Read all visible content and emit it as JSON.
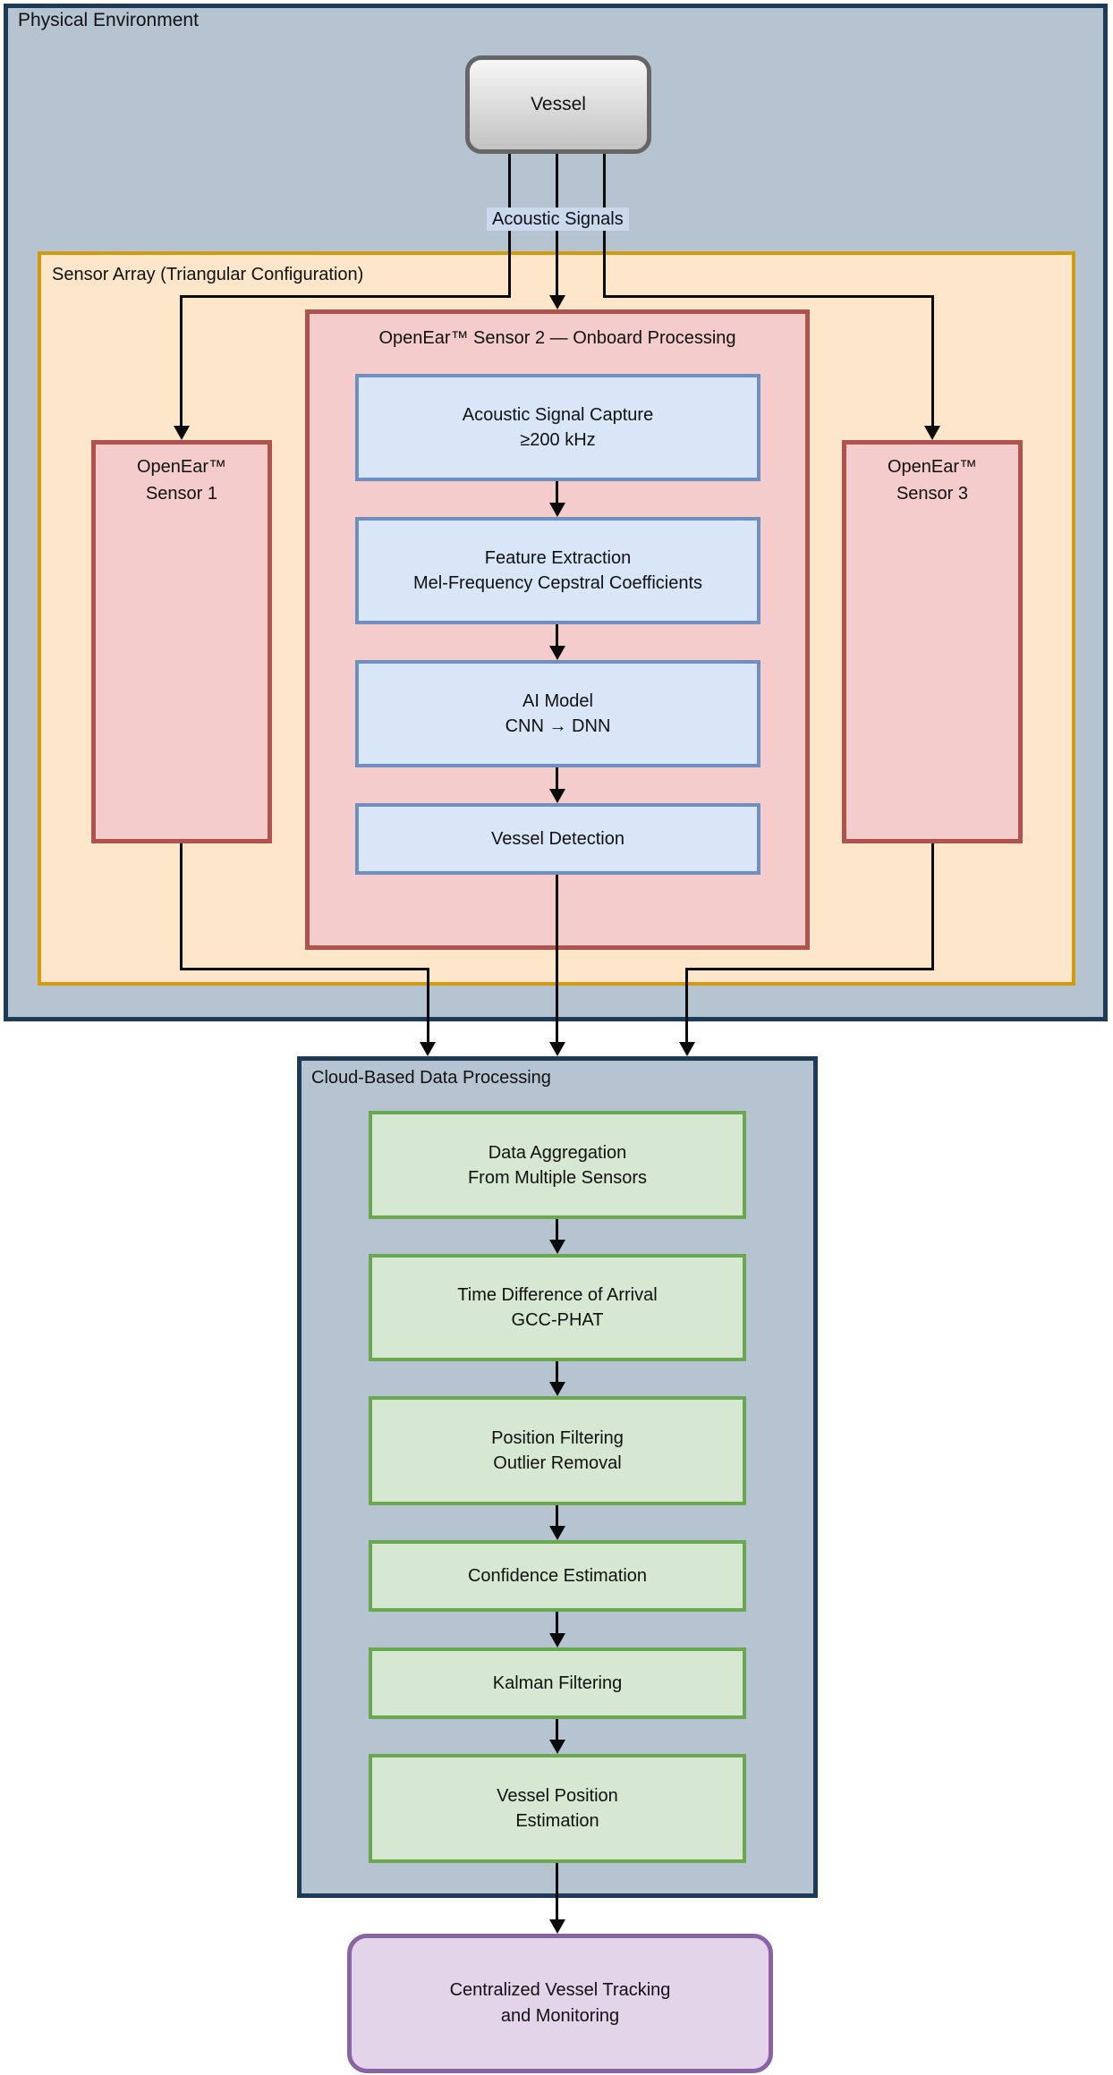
{
  "colors": {
    "canvas-bg": "#ffffff",
    "env-bg": "#b6c4d1",
    "env-border": "#1d3a57",
    "array-bg": "#fde6c9",
    "array-border": "#d49a0f",
    "sensor-bg": "#f4cccc",
    "sensor-border": "#b0524e",
    "process-bg": "#d9e6f8",
    "process-border": "#6e8fbf",
    "cloud-bg": "#b6c4d1",
    "cloud-border": "#1d3a57",
    "cloudstep-bg": "#d7e8d2",
    "cloudstep-border": "#6aa84f",
    "output-bg": "#e3d4ea",
    "output-border": "#8a63a4",
    "vessel-top": "#f7f7f7",
    "vessel-bottom": "#c2c2c2",
    "vessel-border": "#666666",
    "signal-label-bg": "#cbd9ef",
    "line-color": "#0a0a0a",
    "text-color": "#111111"
  },
  "physical_environment": {
    "title": "Physical Environment"
  },
  "vessel": {
    "label": "Vessel"
  },
  "acoustic_signals": {
    "label": "Acoustic Signals"
  },
  "sensor_array": {
    "title": "Sensor Array (Triangular Configuration)"
  },
  "sensor1": {
    "line1": "OpenEar™",
    "line2": "Sensor 1"
  },
  "sensor3": {
    "line1": "OpenEar™",
    "line2": "Sensor 3"
  },
  "sensor2": {
    "title": "OpenEar™ Sensor 2 — Onboard Processing",
    "steps": [
      {
        "line1": "Acoustic Signal Capture",
        "line2": "≥200 kHz"
      },
      {
        "line1": "Feature Extraction",
        "line2": "Mel-Frequency Cepstral Coefficients"
      },
      {
        "line1": "AI Model",
        "line2": "CNN → DNN"
      },
      {
        "line1": "Vessel Detection",
        "line2": ""
      }
    ]
  },
  "cloud": {
    "title": "Cloud-Based Data Processing",
    "steps": [
      {
        "line1": "Data Aggregation",
        "line2": "From Multiple Sensors"
      },
      {
        "line1": "Time Difference of Arrival",
        "line2": "GCC-PHAT"
      },
      {
        "line1": "Position Filtering",
        "line2": "Outlier Removal"
      },
      {
        "line1": "Confidence Estimation",
        "line2": ""
      },
      {
        "line1": "Kalman Filtering",
        "line2": ""
      },
      {
        "line1": "Vessel Position",
        "line2": "Estimation"
      }
    ]
  },
  "output": {
    "line1": "Centralized Vessel Tracking",
    "line2": "and Monitoring"
  }
}
